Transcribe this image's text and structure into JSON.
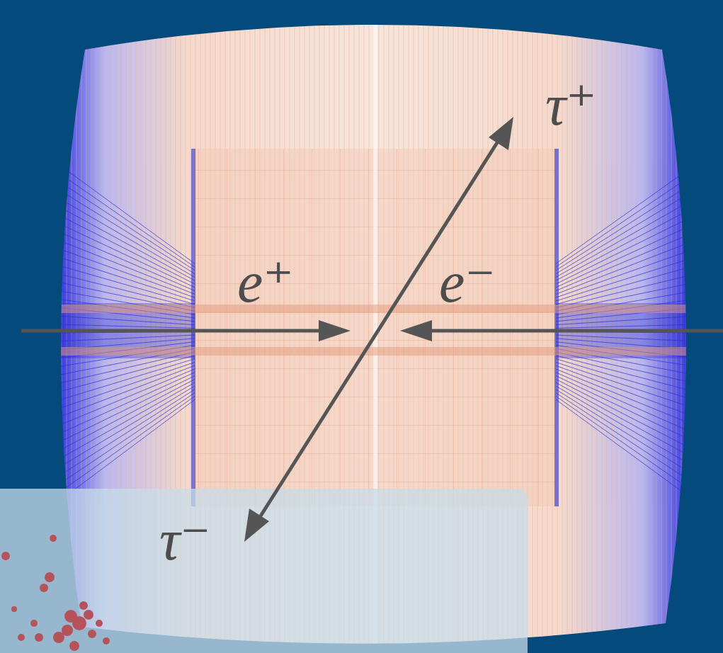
{
  "diagram": {
    "labels": [
      "τ⁺",
      "e⁺",
      "e⁻",
      "τ⁻"
    ]
  }
}
